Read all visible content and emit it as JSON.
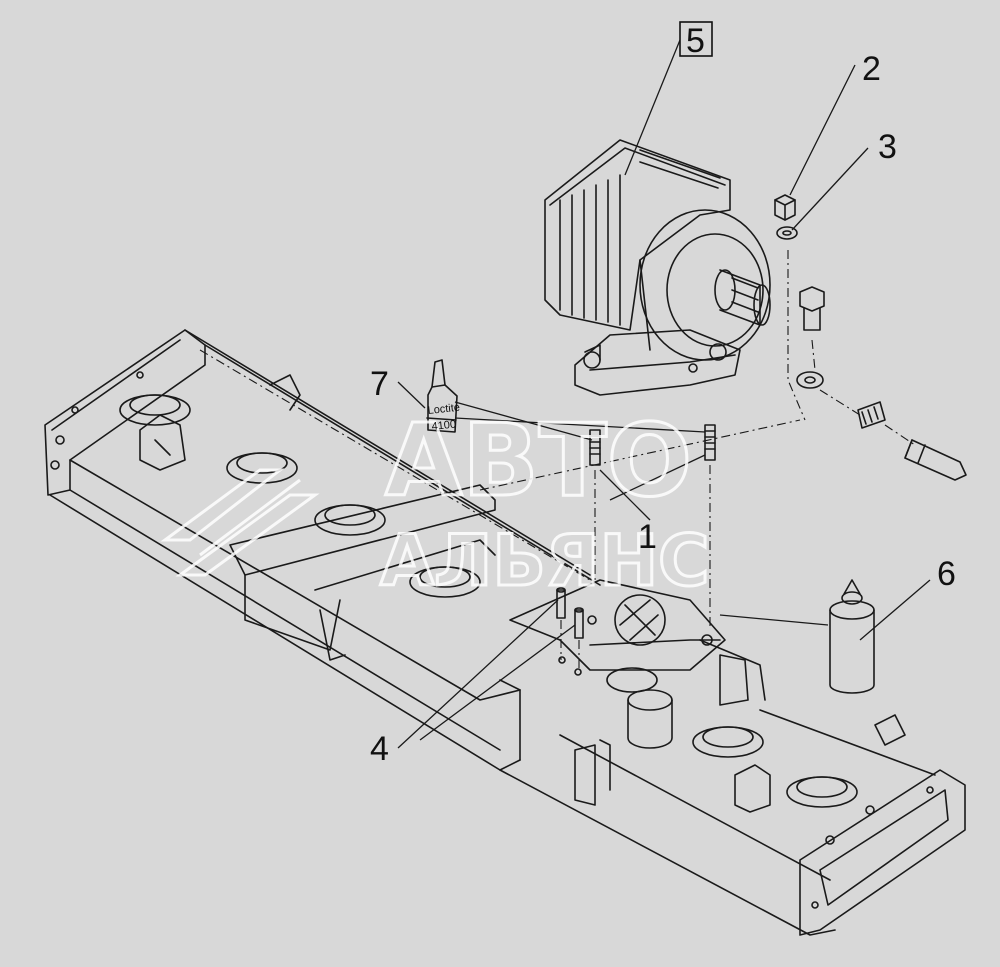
{
  "callouts": {
    "c1": "1",
    "c2": "2",
    "c3": "3",
    "c4": "4",
    "c5": "5",
    "c6": "6",
    "c7": "7"
  },
  "bottle": {
    "line1": "Loctite",
    "line2": "4100"
  },
  "watermark": {
    "line1": "АВТО",
    "line2": "АЛЬЯНС"
  },
  "colors": {
    "background": "#d8d8d8",
    "line": "#1a1a1a",
    "watermark": "#ffffff"
  }
}
